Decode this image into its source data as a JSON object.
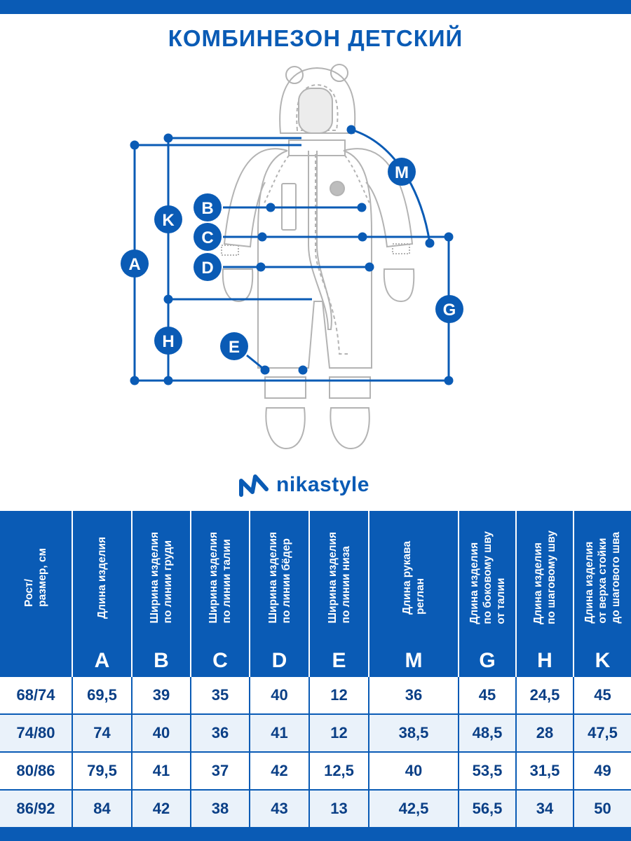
{
  "title": "КОМБИНЕЗОН ДЕТСКИЙ",
  "brand": {
    "name": "nikastyle"
  },
  "colors": {
    "brand_blue": "#0a5bb5",
    "row_tint": "#eaf2fa",
    "garment_grey": "#b3b3b3"
  },
  "measure_labels": {
    "A": "A",
    "B": "B",
    "C": "C",
    "D": "D",
    "E": "E",
    "G": "G",
    "H": "H",
    "K": "K",
    "M": "M"
  },
  "table": {
    "headers": [
      {
        "text": "Рост/\nразмер, см",
        "letter": ""
      },
      {
        "text": "Длина изделия",
        "letter": "A"
      },
      {
        "text": "Ширина изделия\nпо линии груди",
        "letter": "B"
      },
      {
        "text": "Ширина изделия\nпо линии талии",
        "letter": "C"
      },
      {
        "text": "Ширина изделия\nпо линии бёдер",
        "letter": "D"
      },
      {
        "text": "Ширина изделия\nпо линии низа",
        "letter": "E"
      },
      {
        "text": "Длина  рукава\nреглан",
        "letter": "M"
      },
      {
        "text": "Длина изделия\nпо боковому шву\nот талии",
        "letter": "G"
      },
      {
        "text": "Длина изделия\nпо шаговому шву",
        "letter": "H"
      },
      {
        "text": "Длина изделия\nот верха стойки\nдо шагового шва",
        "letter": "K"
      }
    ],
    "rows": [
      [
        "68/74",
        "69,5",
        "39",
        "35",
        "40",
        "12",
        "36",
        "45",
        "24,5",
        "45"
      ],
      [
        "74/80",
        "74",
        "40",
        "36",
        "41",
        "12",
        "38,5",
        "48,5",
        "28",
        "47,5"
      ],
      [
        "80/86",
        "79,5",
        "41",
        "37",
        "42",
        "12,5",
        "40",
        "53,5",
        "31,5",
        "49"
      ],
      [
        "86/92",
        "84",
        "42",
        "38",
        "43",
        "13",
        "42,5",
        "56,5",
        "34",
        "50"
      ]
    ]
  }
}
